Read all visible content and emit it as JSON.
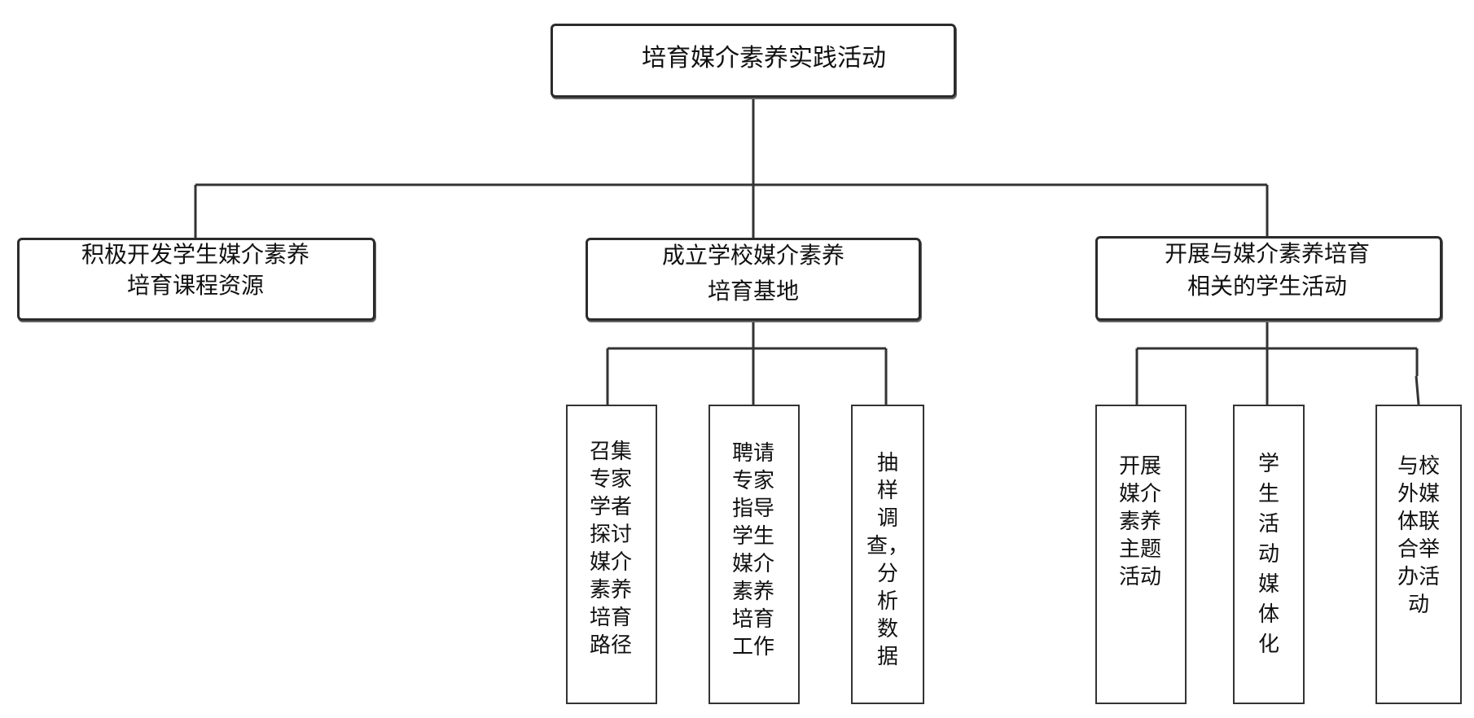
{
  "root": {
    "label": "培育媒介素养实践活动"
  },
  "branches": [
    {
      "label": "积极开发学生媒介素养\n培育课程资源"
    },
    {
      "label": "成立学校媒介素养\n培育基地"
    },
    {
      "label": "开展与媒介素养培育\n相关的学生活动"
    }
  ],
  "leaves": [
    {
      "label": "召集\n专家\n学者\n探讨\n媒介\n素养\n培育\n路径"
    },
    {
      "label": "聘请\n专家\n指导\n学生\n媒介\n素养\n培育\n工作"
    },
    {
      "label": "抽\n样\n调\n查，\n分\n析\n数\n据"
    },
    {
      "label": "开展\n媒介\n素养\n主题\n活动"
    },
    {
      "label": "学\n生\n活\n动\n媒\n体\n化"
    },
    {
      "label": "与校\n外媒\n体联\n合举\n办活\n动"
    }
  ]
}
